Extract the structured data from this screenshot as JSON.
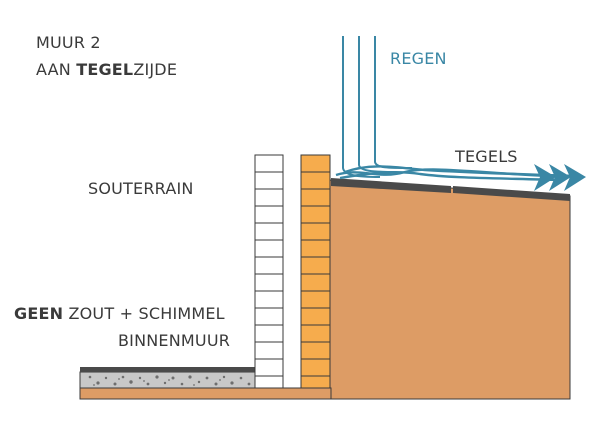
{
  "title": {
    "line1": "MUUR 2",
    "line2_prefix": "AAN ",
    "line2_bold": "TEGEL",
    "line2_suffix": "ZIJDE"
  },
  "labels": {
    "rain": "REGEN",
    "tiles": "TEGELS",
    "basement": "SOUTERRAIN",
    "condition_bold": "GEEN",
    "condition_rest": " ZOUT + SCHIMMEL",
    "inner_wall": "BINNENMUUR"
  },
  "colors": {
    "soil": "#dd9c65",
    "outer_wall": "#f6ac4d",
    "inner_wall": "#ffffff",
    "tiles": "#4a4a4a",
    "water": "#3a87a5",
    "gravel": "#c8c8c8",
    "text": "#3a3a3a"
  }
}
